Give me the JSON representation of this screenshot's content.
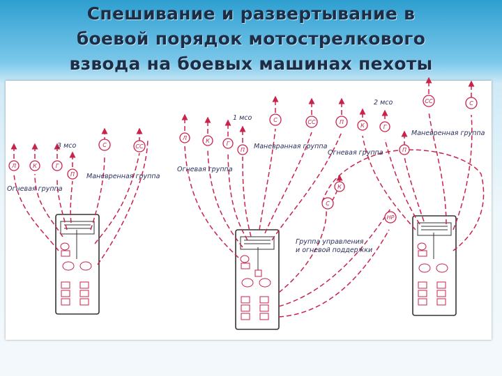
{
  "title": {
    "line1": "Спешивание и развертывание в",
    "line2": "боевой порядок мотострелкового",
    "line3": "взвода на боевых машинах пехоты"
  },
  "labels": {
    "squad3": "3 мсо",
    "squad1": "1 мсо",
    "squad2": "2 мсо",
    "maneuver_left": "Маневренная группа",
    "fire_left": "Огневая группа",
    "maneuver_center": "Маневранная группа",
    "fire_center": "Огневая группа",
    "maneuver_right": "Маневренная группа",
    "fire_right": "Огневая группа",
    "control1": "Группа управления",
    "control2": "и огневой поддержки"
  },
  "soldiers": {
    "sq3": [
      "Л",
      "К",
      "Г",
      "П",
      "С",
      "СС"
    ],
    "sq1": [
      "Л",
      "К",
      "Г",
      "П",
      "С",
      "СС",
      "П"
    ],
    "sq2": [
      "К",
      "Г",
      "П",
      "СС",
      "С"
    ],
    "control": [
      "К",
      "С",
      "НР"
    ]
  },
  "colors": {
    "accent": "#c8234b",
    "title": "#1d2d45",
    "background_top": "#2e9fd0"
  }
}
